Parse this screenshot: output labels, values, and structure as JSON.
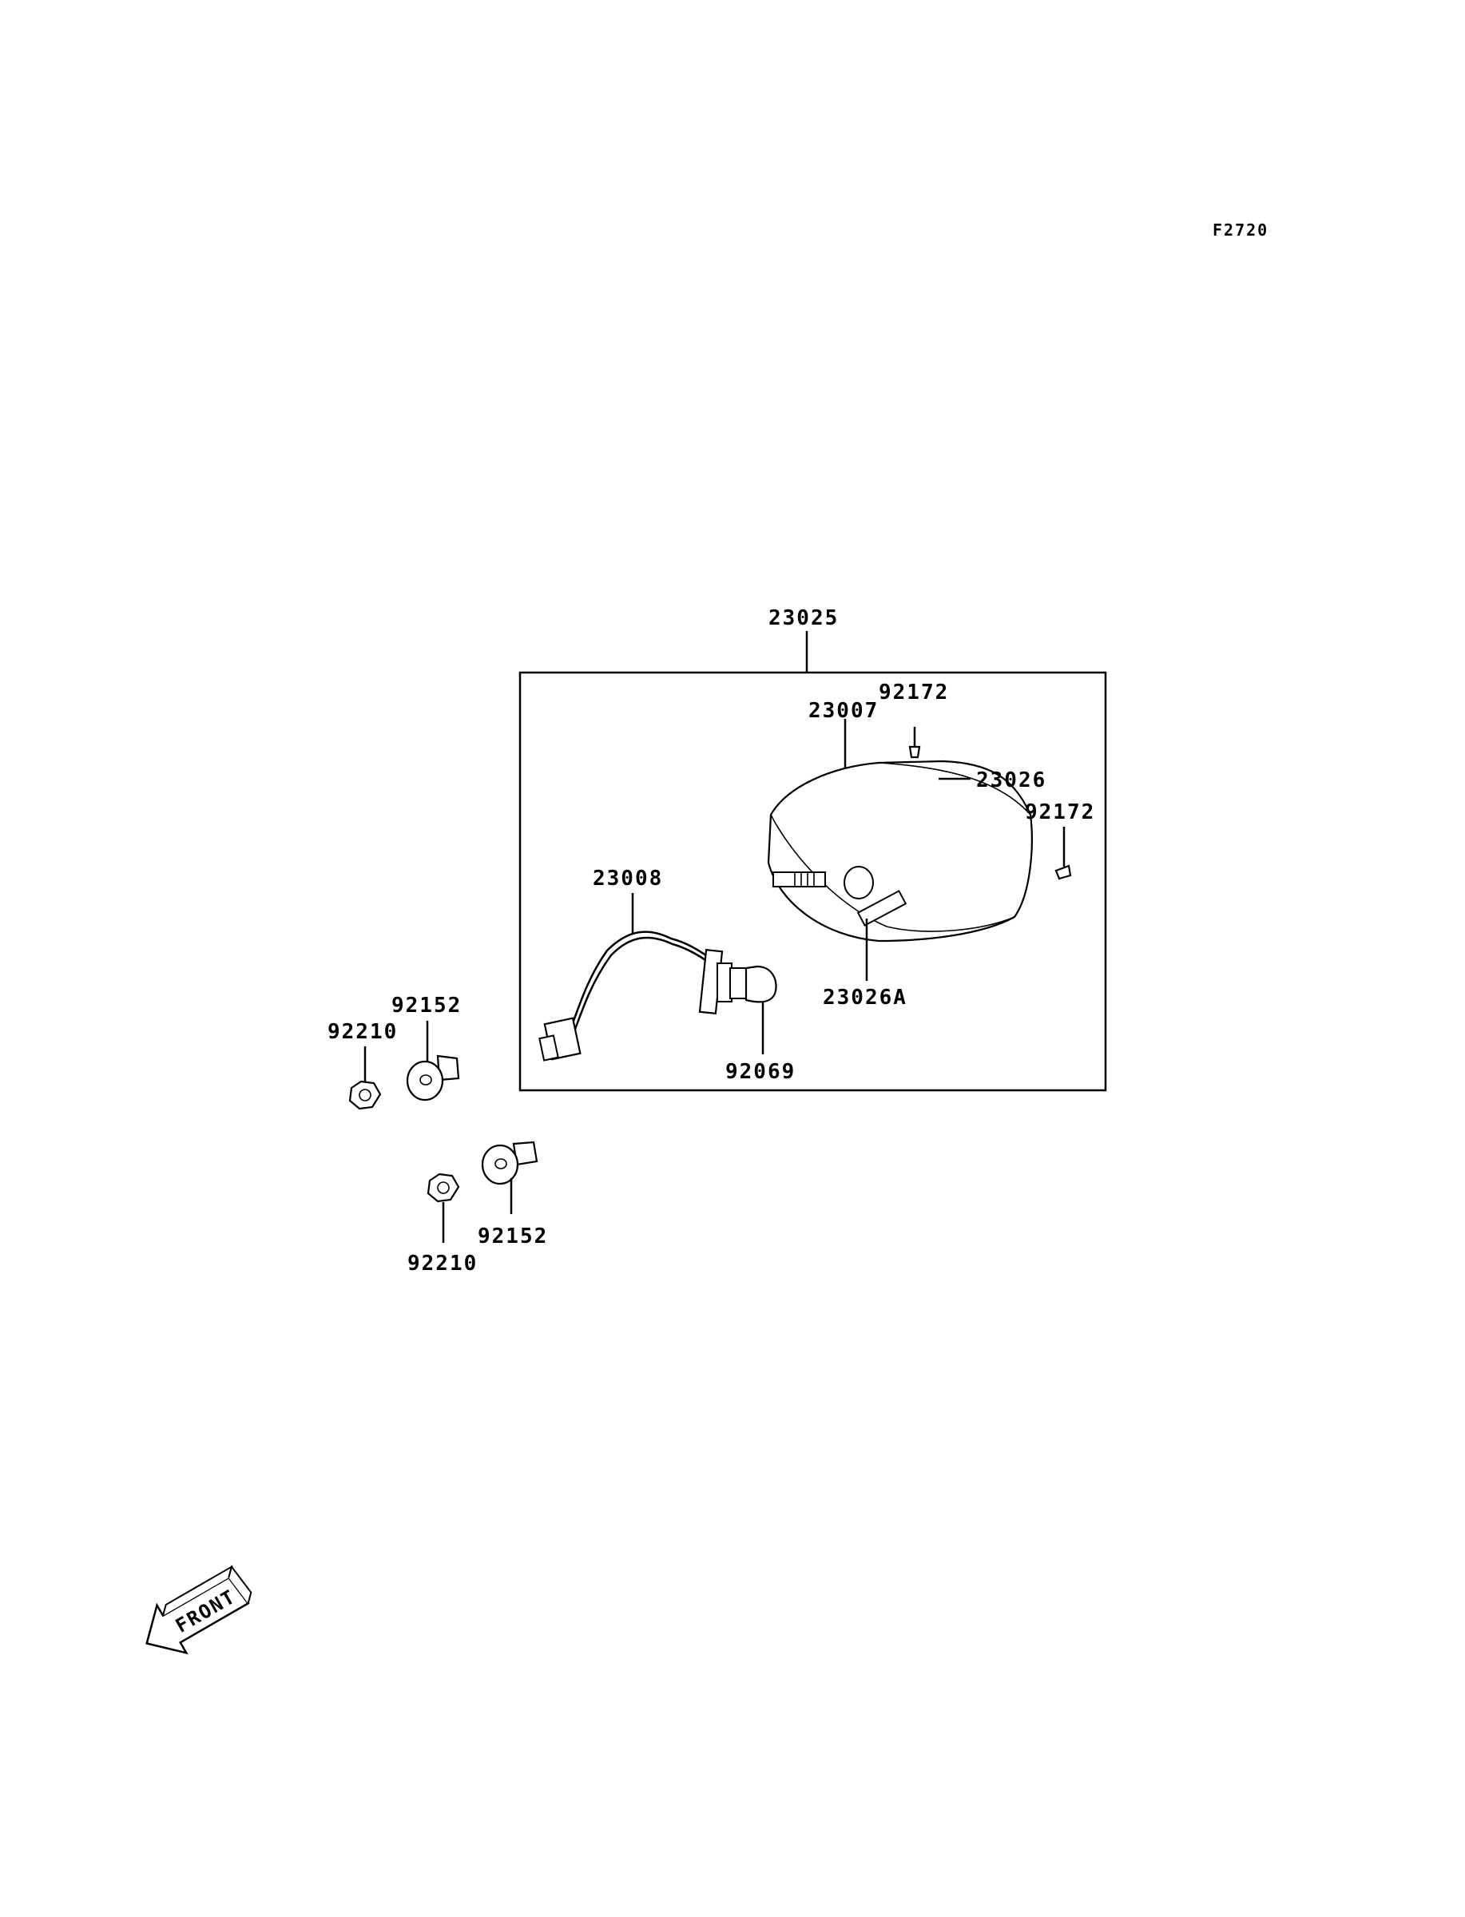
{
  "figure_code": "F2720",
  "front_label": "FRONT",
  "parts": {
    "p23025": "23025",
    "p23007": "23007",
    "p92172_a": "92172",
    "p23026": "23026",
    "p92172_b": "92172",
    "p23008": "23008",
    "p23026A": "23026A",
    "p92069": "92069",
    "p92152_a": "92152",
    "p92210_a": "92210",
    "p92152_b": "92152",
    "p92210_b": "92210"
  }
}
